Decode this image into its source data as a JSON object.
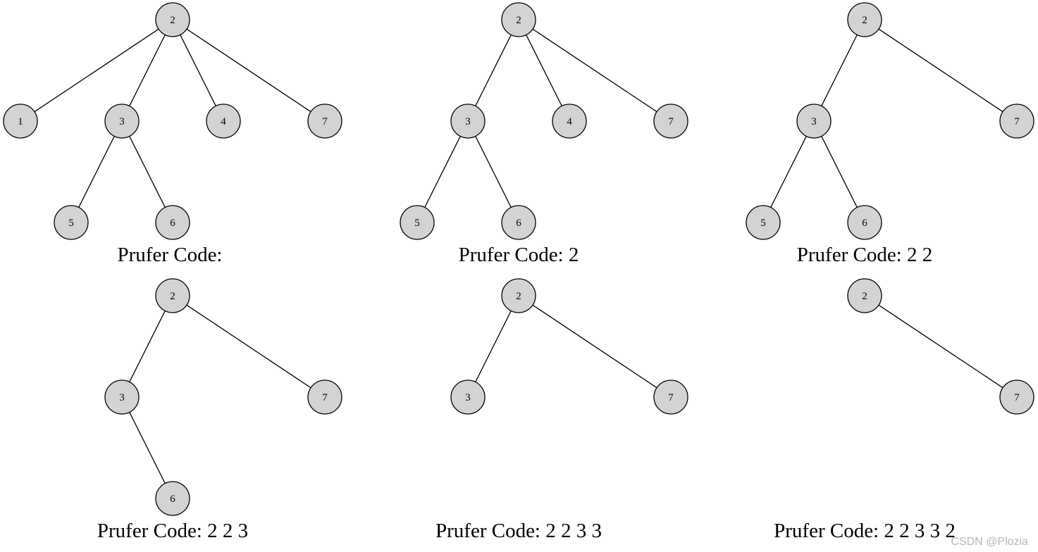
{
  "panels": [
    {
      "caption": "Prufer Code:",
      "nodes": [
        "2",
        "1",
        "3",
        "4",
        "7",
        "5",
        "6"
      ],
      "edges": [
        [
          "2",
          "1"
        ],
        [
          "2",
          "3"
        ],
        [
          "2",
          "4"
        ],
        [
          "2",
          "7"
        ],
        [
          "3",
          "5"
        ],
        [
          "3",
          "6"
        ]
      ]
    },
    {
      "caption": "Prufer Code: 2",
      "nodes": [
        "2",
        "3",
        "4",
        "7",
        "5",
        "6"
      ],
      "edges": [
        [
          "2",
          "3"
        ],
        [
          "2",
          "4"
        ],
        [
          "2",
          "7"
        ],
        [
          "3",
          "5"
        ],
        [
          "3",
          "6"
        ]
      ]
    },
    {
      "caption": "Prufer Code: 2 2",
      "nodes": [
        "2",
        "3",
        "7",
        "5",
        "6"
      ],
      "edges": [
        [
          "2",
          "3"
        ],
        [
          "2",
          "7"
        ],
        [
          "3",
          "5"
        ],
        [
          "3",
          "6"
        ]
      ]
    },
    {
      "caption": "Prufer Code: 2 2 3",
      "nodes": [
        "2",
        "3",
        "7",
        "6"
      ],
      "edges": [
        [
          "2",
          "3"
        ],
        [
          "2",
          "7"
        ],
        [
          "3",
          "6"
        ]
      ]
    },
    {
      "caption": "Prufer Code: 2 2 3 3",
      "nodes": [
        "2",
        "3",
        "7"
      ],
      "edges": [
        [
          "2",
          "3"
        ],
        [
          "2",
          "7"
        ]
      ]
    },
    {
      "caption": "Prufer Code: 2 2 3 3 2",
      "nodes": [
        "2",
        "7"
      ],
      "edges": [
        [
          "2",
          "7"
        ]
      ]
    }
  ],
  "watermark": "CSDN @Plozia",
  "colors": {
    "node_fill": "#d3d3d3",
    "stroke": "#000000",
    "watermark": "#b5b5b5"
  }
}
